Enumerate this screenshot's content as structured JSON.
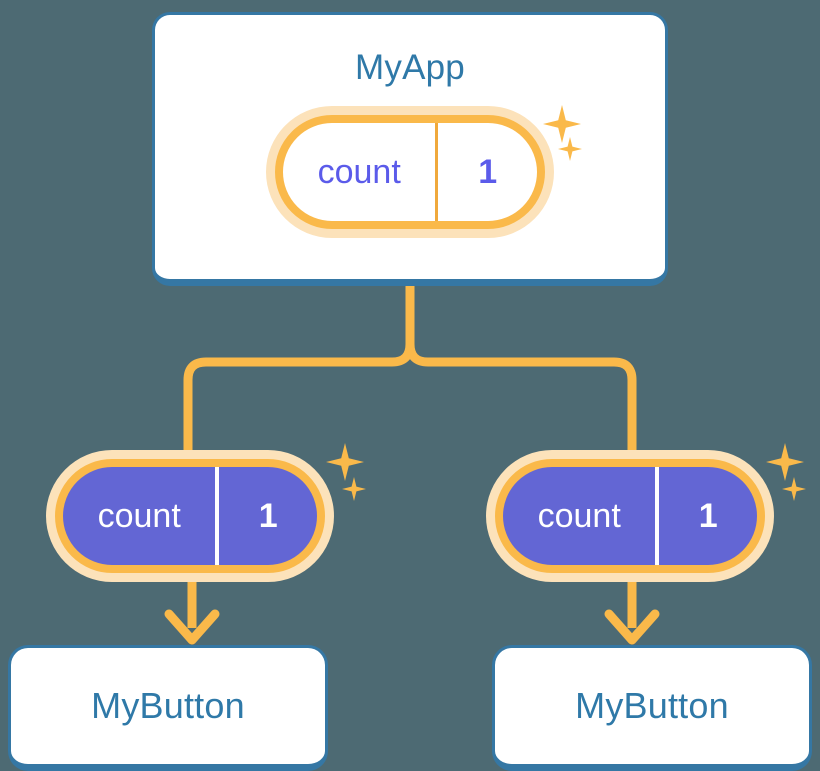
{
  "diagram": {
    "type": "component-tree",
    "description": "React-style component tree showing shared state propagated from a parent component to two child components",
    "background_color": "#4d6a73",
    "colors": {
      "card_border_blue": "#3577a4",
      "title_blue": "#2f79a8",
      "pill_ring_orange": "#fab94a",
      "pill_halo_orange": "#fce2ba",
      "state_purple": "#6366d4",
      "value_purple": "#5b5bea",
      "wire_orange": "#fab94a"
    }
  },
  "root": {
    "title": "MyApp",
    "state": {
      "key": "count",
      "value": "1"
    },
    "sparkles": [
      {
        "name": "sparkle-large",
        "size": "big"
      },
      {
        "name": "sparkle-small",
        "size": "small"
      }
    ]
  },
  "children": [
    {
      "id": "left",
      "state": {
        "key": "count",
        "value": "1"
      },
      "title": "MyButton"
    },
    {
      "id": "right",
      "state": {
        "key": "count",
        "value": "1"
      },
      "title": "MyButton"
    }
  ],
  "connectors": {
    "trunk": "vertical line from MyApp card down to the split point",
    "bus": "horizontal branch bus with rounded corners feeding both children",
    "arrows": "downward arrows from each state pill into its MyButton card"
  }
}
